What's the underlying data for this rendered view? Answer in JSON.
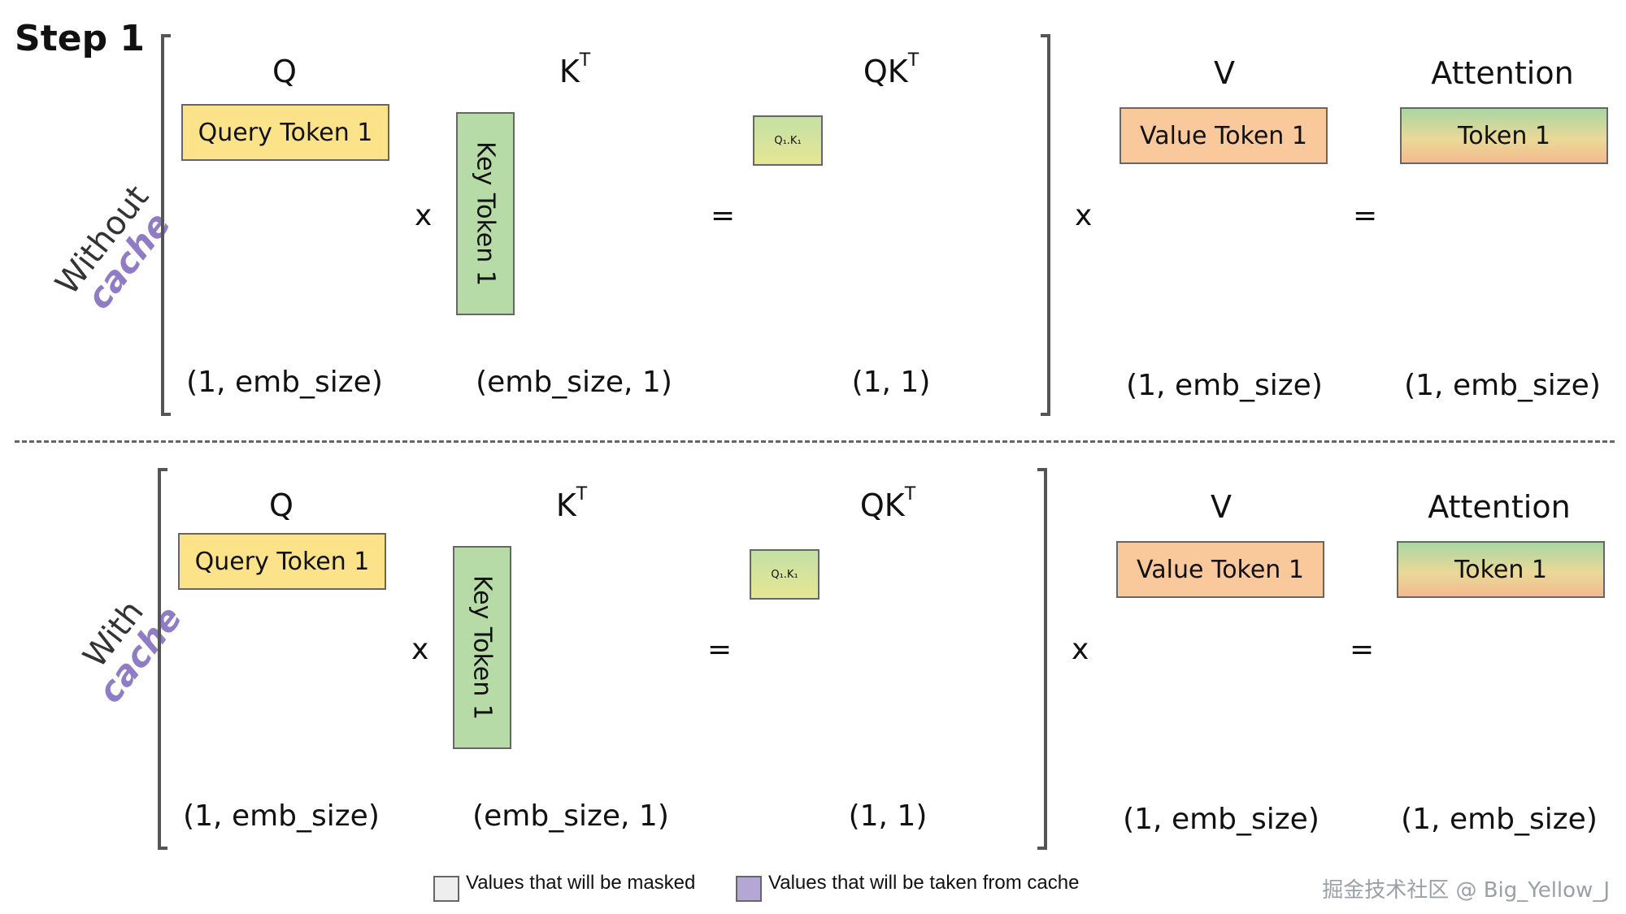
{
  "title": "Step 1",
  "rows": [
    {
      "side_label": "Without",
      "side_cache": "cache",
      "q_label": "Q",
      "kt_label": "K",
      "kt_sup": "T",
      "qkt_label": "QK",
      "qkt_sup": "T",
      "v_label": "V",
      "attention_label": "Attention",
      "query_box": "Query Token 1",
      "key_box": "Key Token 1",
      "qk_box": "Q₁.K₁",
      "value_box": "Value Token 1",
      "attention_box": "Token 1",
      "op_mul_1": "x",
      "op_eq_1": "=",
      "op_mul_2": "x",
      "op_eq_2": "=",
      "q_shape": "(1, emb_size)",
      "kt_shape": "(emb_size, 1)",
      "qkt_shape": "(1, 1)",
      "v_shape": "(1, emb_size)",
      "attention_shape": "(1, emb_size)"
    },
    {
      "side_label": "With",
      "side_cache": "cache",
      "q_label": "Q",
      "kt_label": "K",
      "kt_sup": "T",
      "qkt_label": "QK",
      "qkt_sup": "T",
      "v_label": "V",
      "attention_label": "Attention",
      "query_box": "Query Token 1",
      "key_box": "Key Token 1",
      "qk_box": "Q₁.K₁",
      "value_box": "Value Token 1",
      "attention_box": "Token 1",
      "op_mul_1": "x",
      "op_eq_1": "=",
      "op_mul_2": "x",
      "op_eq_2": "=",
      "q_shape": "(1, emb_size)",
      "kt_shape": "(emb_size, 1)",
      "qkt_shape": "(1, 1)",
      "v_shape": "(1, emb_size)",
      "attention_shape": "(1, emb_size)"
    }
  ],
  "legend": {
    "masked": "Values that will be masked",
    "cache": "Values that will be taken from cache",
    "masked_color": "#eeeeee",
    "cache_color": "#b4a7d6"
  },
  "colors": {
    "query": "#fce38a",
    "key": "#b7dba6",
    "value": "#f9c89b",
    "cache_text": "#8f7cc4"
  },
  "watermark": "掘金技术社区 @ Big_Yellow_J"
}
